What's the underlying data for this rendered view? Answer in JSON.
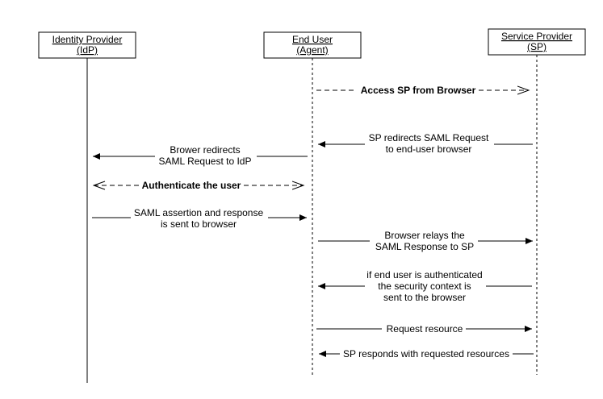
{
  "actors": [
    {
      "id": "idp",
      "lines": [
        "Identity  Provider",
        "(IdP)"
      ]
    },
    {
      "id": "user",
      "lines": [
        "End User",
        "(Agent)"
      ]
    },
    {
      "id": "sp",
      "lines": [
        "Service  Provider",
        "(SP)"
      ]
    }
  ],
  "messages": [
    {
      "id": "access-sp",
      "from": "user",
      "to": "sp",
      "style": "dashed",
      "head": "open",
      "bold": true,
      "lines": [
        "Access SP from Browser"
      ]
    },
    {
      "id": "sp-redirects",
      "from": "sp",
      "to": "user",
      "style": "solid",
      "head": "filled",
      "bold": false,
      "lines": [
        "SP redirects SAML Request",
        "to end-user browser"
      ]
    },
    {
      "id": "browser-redirects",
      "from": "user",
      "to": "idp",
      "style": "solid",
      "head": "filled",
      "bold": false,
      "lines": [
        "Brower redirects",
        "SAML Request to IdP"
      ]
    },
    {
      "id": "authenticate",
      "from": "idp",
      "to": "user",
      "style": "dashed",
      "head": "open-both",
      "bold": true,
      "lines": [
        "Authenticate the user"
      ]
    },
    {
      "id": "assertion",
      "from": "idp",
      "to": "user",
      "style": "solid",
      "head": "filled",
      "bold": false,
      "lines": [
        "SAML assertion and response",
        "is sent to browser"
      ]
    },
    {
      "id": "browser-relays",
      "from": "user",
      "to": "sp",
      "style": "solid",
      "head": "filled",
      "bold": false,
      "lines": [
        "Browser relays the",
        "SAML Response to SP"
      ]
    },
    {
      "id": "security-context",
      "from": "sp",
      "to": "user",
      "style": "solid",
      "head": "filled",
      "bold": false,
      "lines": [
        "if end user is authenticated",
        "the security context is",
        "sent to the browser"
      ]
    },
    {
      "id": "request-resource",
      "from": "user",
      "to": "sp",
      "style": "solid",
      "head": "filled",
      "bold": false,
      "lines": [
        "Request resource"
      ]
    },
    {
      "id": "sp-responds",
      "from": "sp",
      "to": "user",
      "style": "solid",
      "head": "filled",
      "bold": false,
      "lines": [
        "SP responds with requested resources"
      ]
    }
  ]
}
